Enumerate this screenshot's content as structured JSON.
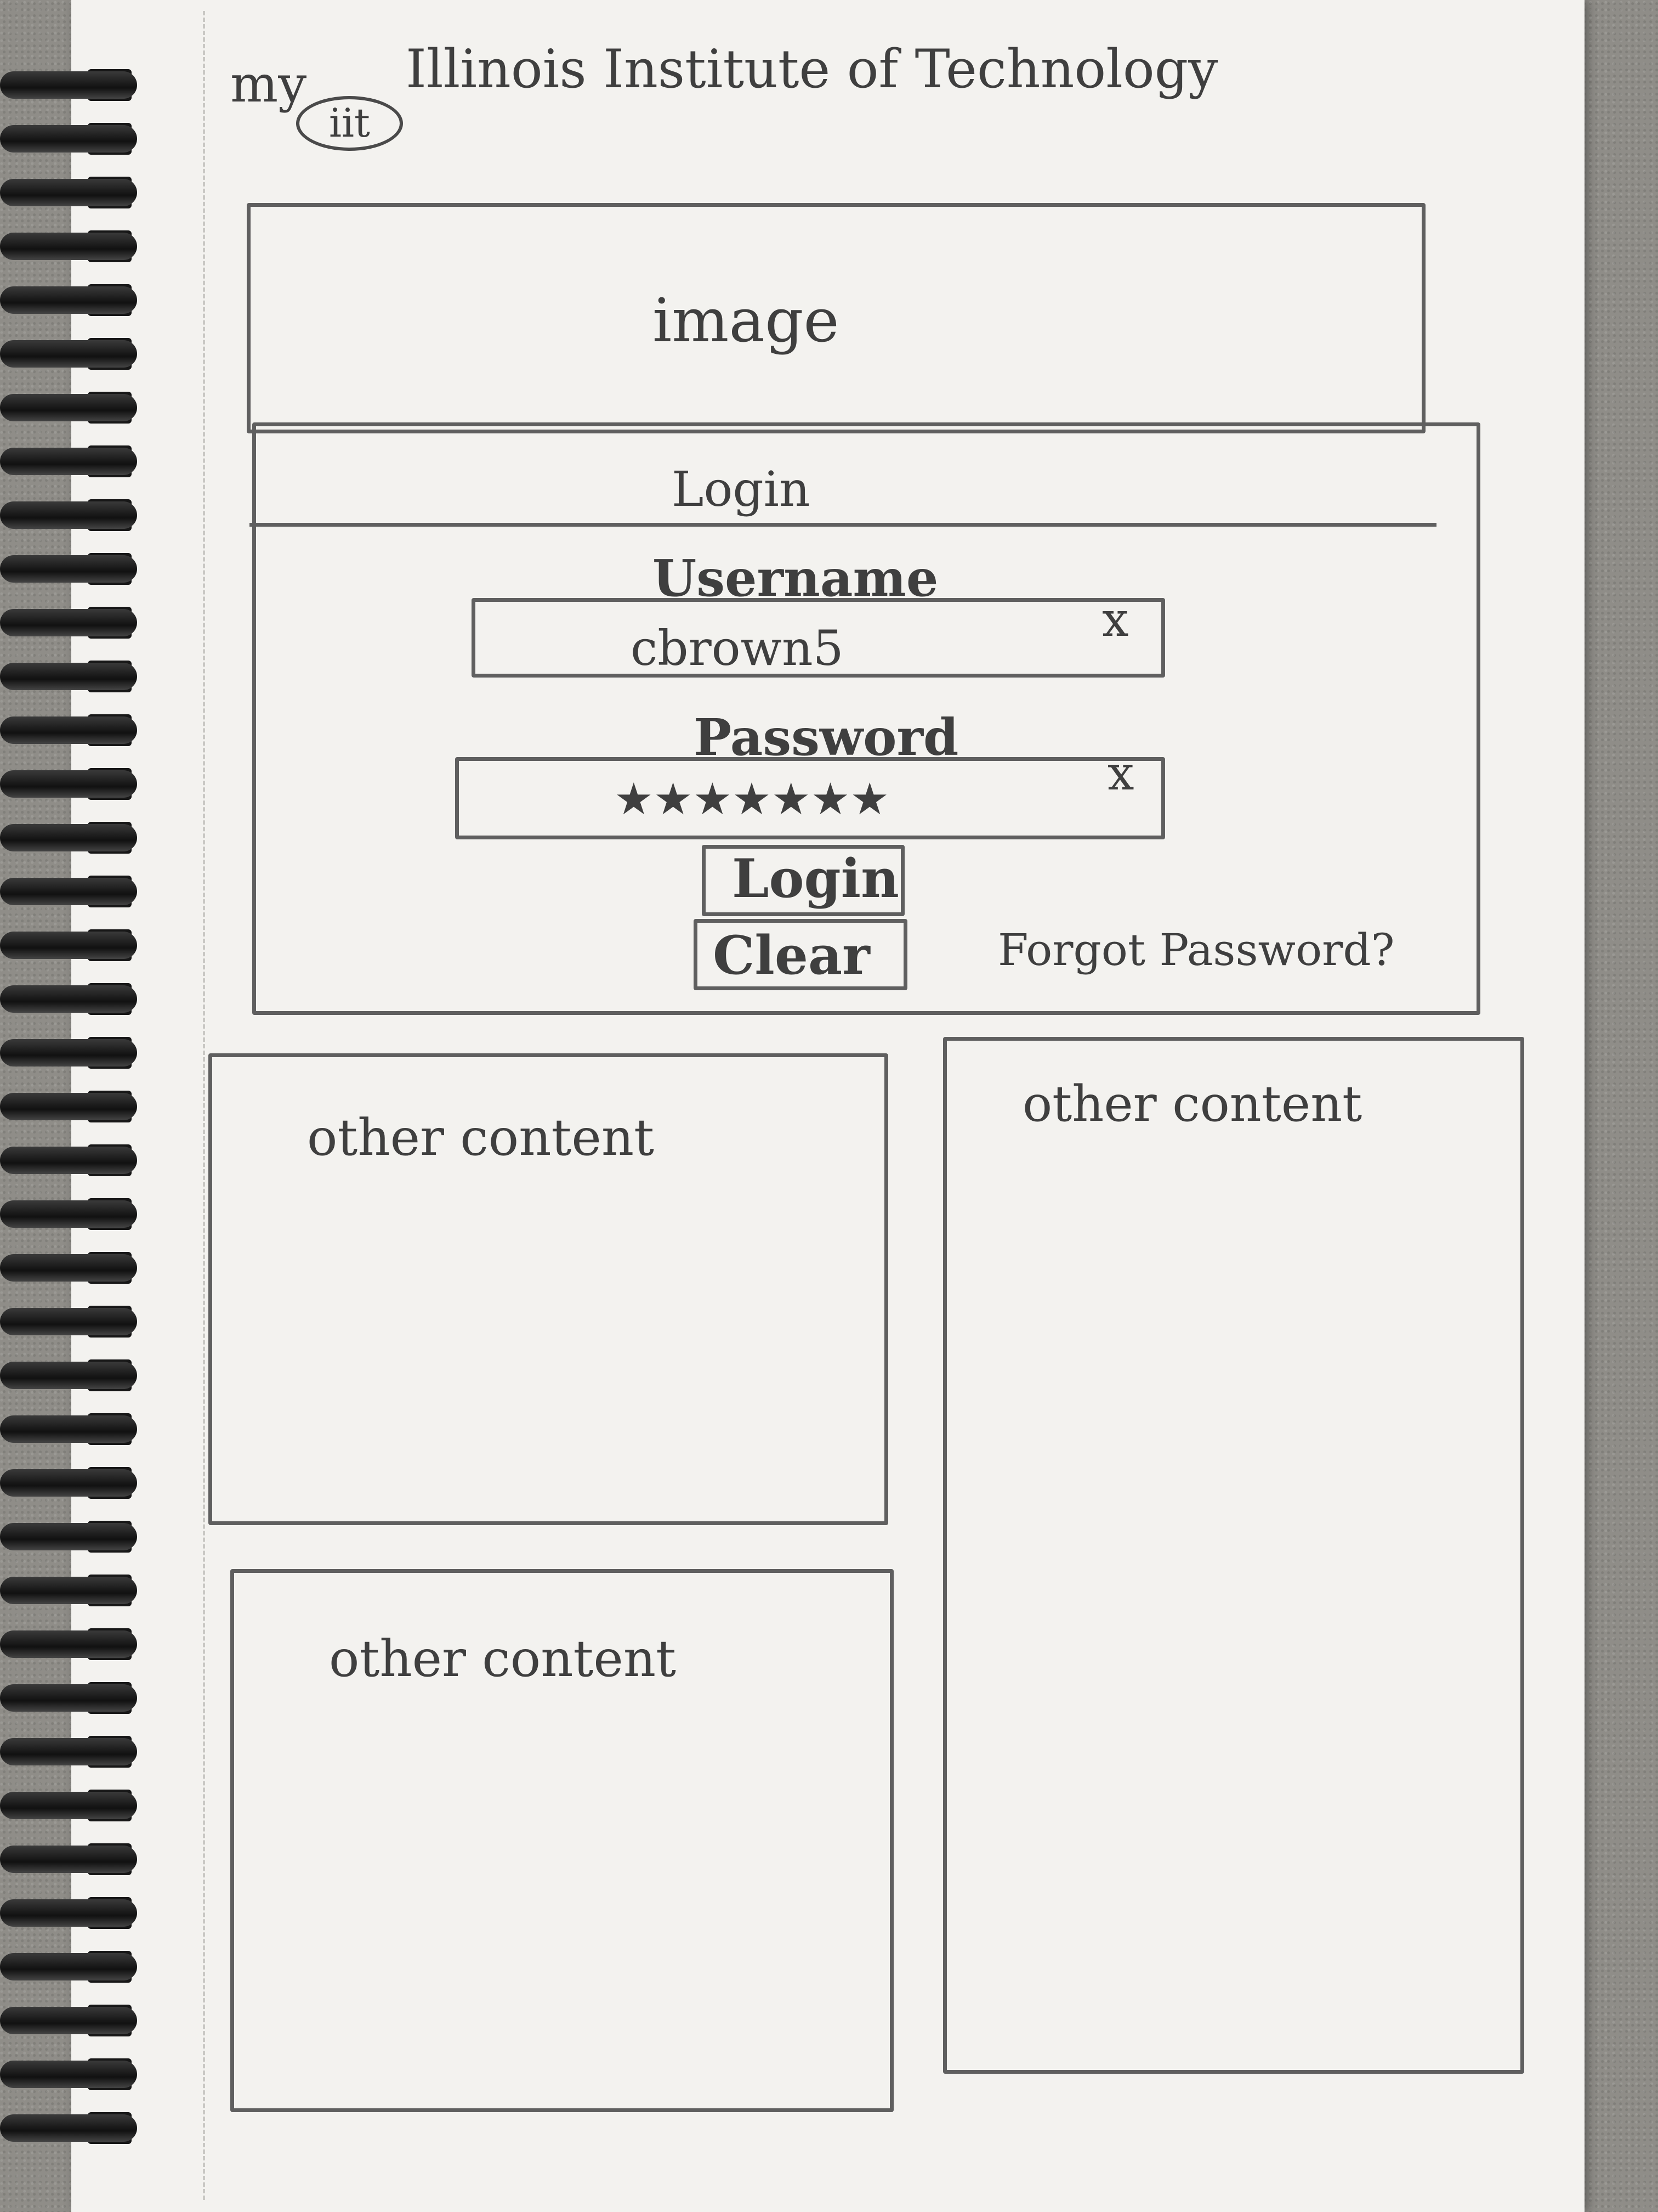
{
  "header": {
    "brand_my": "my",
    "brand_iit": "iit",
    "institution": "Illinois Institute of Technology"
  },
  "image_panel": {
    "label": "image"
  },
  "login": {
    "title": "Login",
    "username_label": "Username",
    "username_value": "cbrown5",
    "username_clear": "x",
    "password_label": "Password",
    "password_value": "★★★★★★★",
    "password_clear": "x",
    "login_button": "Login",
    "clear_button": "Clear",
    "forgot_link": "Forgot Password?"
  },
  "content_panels": [
    {
      "label": "other content"
    },
    {
      "label": "other content"
    },
    {
      "label": "other content"
    }
  ],
  "colors": {
    "paper": "#f3f2ef",
    "pencil": "#3f3f3f",
    "desk": "#8f8d88"
  }
}
